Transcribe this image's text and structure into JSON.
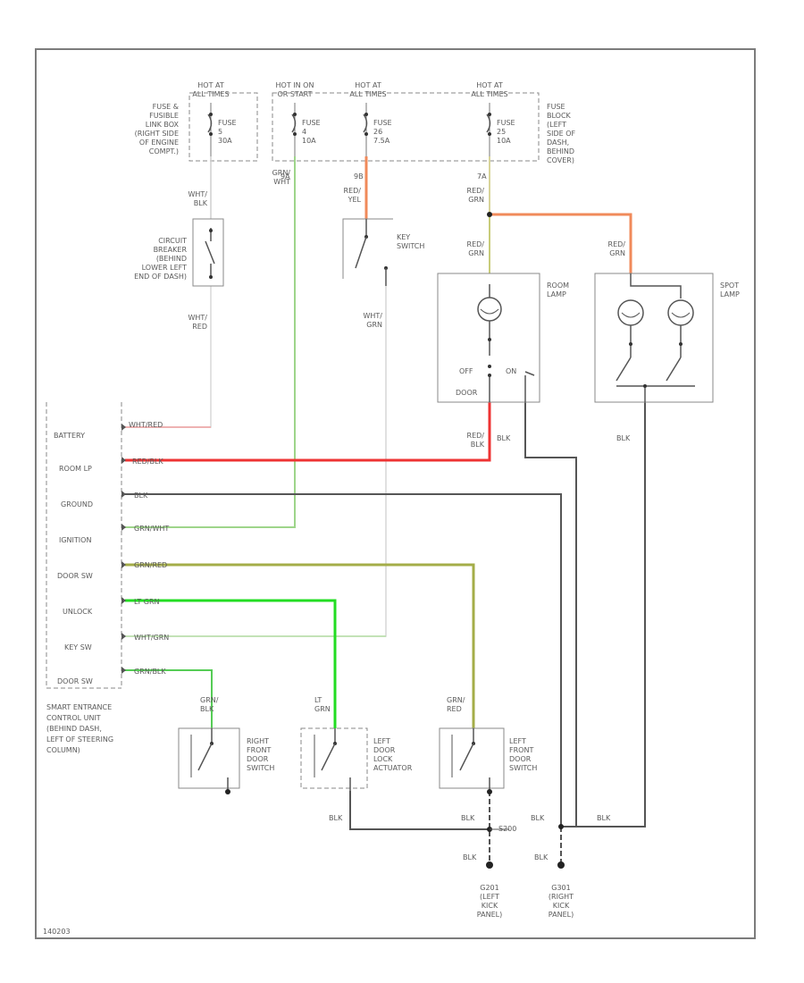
{
  "colors": {
    "wire_red": "#ee3333",
    "wire_pink": "#e85050",
    "wire_orange": "#f08a5a",
    "wire_green_light": "#9ed58a",
    "wire_green_bright": "#22dd22",
    "wire_yellow_green": "#a4ad48",
    "wire_black": "#555555",
    "wire_faint": "#d6d6d6",
    "outline": "#8a8a8a"
  },
  "hot_labels": {
    "h1": [
      "HOT AT",
      "ALL TIMES"
    ],
    "h2": [
      "HOT IN ON",
      "OR START"
    ],
    "h3": [
      "HOT AT",
      "ALL TIMES"
    ],
    "h4": [
      "HOT AT",
      "ALL TIMES"
    ]
  },
  "fuses": {
    "f1": [
      "FUSE",
      "5",
      "30A"
    ],
    "f2": [
      "FUSE",
      "4",
      "10A"
    ],
    "f3": [
      "FUSE",
      "26",
      "7.5A"
    ],
    "f4": [
      "FUSE",
      "25",
      "10A"
    ]
  },
  "locations": {
    "fusible_link": [
      "FUSE &",
      "FUSIBLE",
      "LINK BOX",
      "(RIGHT SIDE",
      "OF ENGINE",
      "COMPT.)"
    ],
    "fuse_block": [
      "FUSE",
      "BLOCK",
      "(LEFT",
      "SIDE OF",
      "DASH,",
      "BEHIND",
      "COVER)"
    ],
    "circuit_breaker": [
      "CIRCUIT",
      "BREAKER",
      "(BEHIND",
      "LOWER LEFT",
      "END OF DASH)"
    ],
    "key_switch": [
      "KEY",
      "SWITCH"
    ],
    "room_lamp": [
      "ROOM",
      "LAMP"
    ],
    "spot_lamp": [
      "SPOT",
      "LAMP"
    ],
    "control_unit": [
      "SMART ENTRANCE",
      "CONTROL UNIT",
      "(BEHIND DASH,",
      "LEFT OF STEERING",
      "COLUMN)"
    ],
    "right_door_switch": [
      "RIGHT",
      "FRONT",
      "DOOR",
      "SWITCH"
    ],
    "lock_actuator": [
      "LEFT",
      "DOOR",
      "LOCK",
      "ACTUATOR"
    ],
    "left_door_switch": [
      "LEFT",
      "FRONT",
      "DOOR",
      "SWITCH"
    ],
    "ground_left": [
      "G201",
      "(LEFT",
      "KICK",
      "PANEL)"
    ],
    "ground_right": [
      "G301",
      "(RIGHT",
      "KICK",
      "PANEL)"
    ]
  },
  "wire_labels": {
    "wht_blk": [
      "WHT/",
      "BLK"
    ],
    "grn_wht": [
      "GRN/",
      "WHT"
    ],
    "red_yel": [
      "RED/",
      "YEL"
    ],
    "red_grn_1": [
      "RED/",
      "GRN"
    ],
    "red_grn_2": [
      "RED/",
      "GRN"
    ],
    "red_grn_3": [
      "RED/",
      "GRN"
    ],
    "wht_red": [
      "WHT/",
      "RED"
    ],
    "wht_grn": [
      "WHT/",
      "GRN"
    ],
    "red_blk": [
      "RED/",
      "BLK"
    ],
    "blk_room": "BLK",
    "blk_spot": "BLK",
    "grn_blk": [
      "GRN/",
      "BLK"
    ],
    "lt_grn": [
      "LT",
      "GRN"
    ],
    "grn_red": [
      "GRN/",
      "RED"
    ],
    "blk_1": "BLK",
    "blk_2": "BLK",
    "blk_3": "BLK",
    "blk_4": "BLK",
    "blk_5": "BLK",
    "blk_6": "BLK",
    "pin_9a": "9A",
    "pin_9b": "9B",
    "pin_7a": "7A",
    "splice": "S200"
  },
  "room_lamp_positions": {
    "off": "OFF",
    "on": "ON",
    "door": "DOOR"
  },
  "control_unit_pins": [
    {
      "name": "BATTERY",
      "wire": "WHT/RED"
    },
    {
      "name": "ROOM LP",
      "wire": "RED/BLK"
    },
    {
      "name": "GROUND",
      "wire": "BLK"
    },
    {
      "name": "IGNITION",
      "wire": "GRN/WHT"
    },
    {
      "name": "DOOR SW",
      "wire": "GRN/RED"
    },
    {
      "name": "UNLOCK",
      "wire": "LT GRN"
    },
    {
      "name": "KEY SW",
      "wire": "WHT/GRN"
    },
    {
      "name": "DOOR SW",
      "wire": "GRN/BLK"
    }
  ],
  "figure_id": "140203"
}
